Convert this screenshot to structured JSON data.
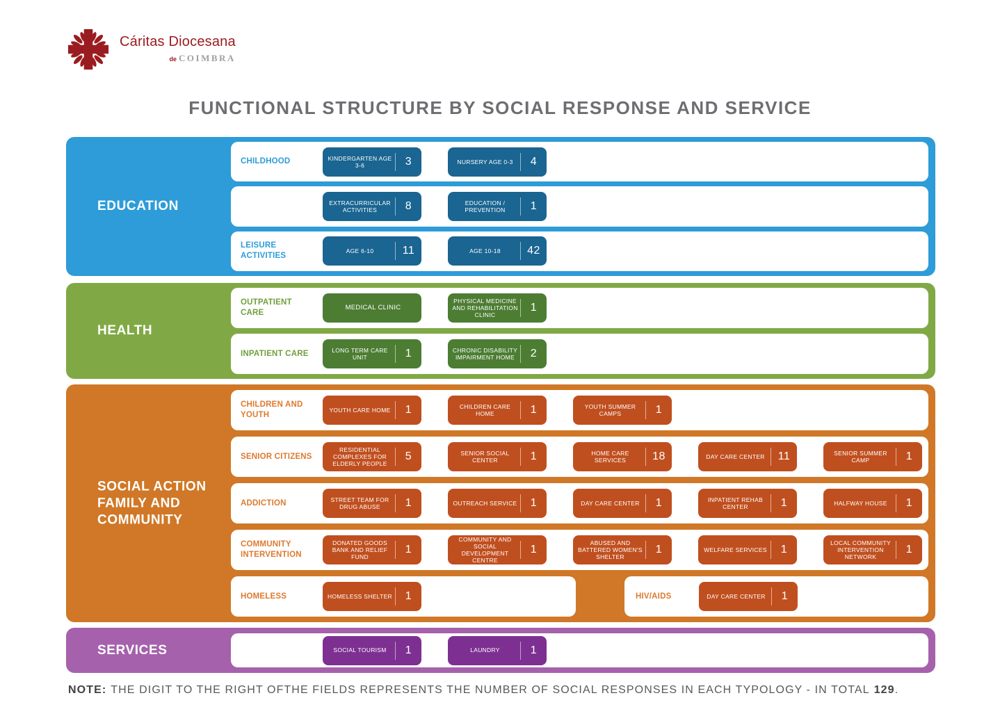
{
  "logo": {
    "name": "Cáritas Diocesana",
    "sub_de": "de",
    "sub_place": "COIMBRA"
  },
  "title": "FUNCTIONAL STRUCTURE BY SOCIAL RESPONSE AND SERVICE",
  "note": {
    "label": "NOTE:",
    "body": "THE DIGIT TO THE RIGHT OFTHE FIELDS REPRESENTS THE NUMBER OF SOCIAL RESPONSES IN EACH TYPOLOGY - IN TOTAL",
    "total": "129",
    "suffix": "."
  },
  "colors": {
    "education": {
      "panel": "#2D9CD8",
      "chip": "#1A6591",
      "label": "#2D9CD8"
    },
    "health": {
      "panel": "#80A945",
      "chip": "#4C7D33",
      "label": "#6FA03C"
    },
    "social": {
      "panel": "#D07827",
      "chip": "#C04F1F",
      "label": "#DD7A2F"
    },
    "services": {
      "panel": "#A661AC",
      "chip": "#7D3091",
      "label": "#A661AC"
    }
  },
  "sections": [
    {
      "label": "EDUCATION",
      "rows": [
        {
          "label": "CHILDHOOD",
          "chips": [
            {
              "label": "KINDERGARTEN AGE 3-6",
              "value": "3"
            },
            {
              "label": "NURSERY AGE 0-3",
              "value": "4"
            }
          ]
        },
        {
          "label": "",
          "chips": [
            {
              "label": "EXTRACURRICULAR ACTIVITIES",
              "value": "8"
            },
            {
              "label": "EDUCATION / PREVENTION",
              "value": "1"
            }
          ]
        },
        {
          "label": "LEISURE ACTIVITIES",
          "chips": [
            {
              "label": "AGE 6-10",
              "value": "11"
            },
            {
              "label": "AGE 10-18",
              "value": "42"
            }
          ]
        }
      ]
    },
    {
      "label": "HEALTH",
      "rows": [
        {
          "label": "OUTPATIENT CARE",
          "chips": [
            {
              "label": "MEDICAL CLINIC",
              "value": ""
            },
            {
              "label": "PHYSICAL MEDICINE AND REHABILITATION CLINIC",
              "value": "1"
            }
          ]
        },
        {
          "label": "INPATIENT CARE",
          "chips": [
            {
              "label": "LONG TERM CARE UNIT",
              "value": "1"
            },
            {
              "label": "CHRONIC DISABILITY IMPAIRMENT HOME",
              "value": "2"
            }
          ]
        }
      ]
    },
    {
      "label": "SOCIAL ACTION FAMILY AND COMMUNITY",
      "rows": [
        {
          "label": "CHILDREN AND YOUTH",
          "chips": [
            {
              "label": "YOUTH CARE HOME",
              "value": "1"
            },
            {
              "label": "CHILDREN CARE HOME",
              "value": "1"
            },
            {
              "label": "YOUTH SUMMER CAMPS",
              "value": "1"
            }
          ]
        },
        {
          "label": "SENIOR CITIZENS",
          "chips": [
            {
              "label": "RESIDENTIAL COMPLEXES FOR ELDERLY PEOPLE",
              "value": "5"
            },
            {
              "label": "SENIOR SOCIAL CENTER",
              "value": "1"
            },
            {
              "label": "HOME CARE SERVICES",
              "value": "18"
            },
            {
              "label": "DAY CARE CENTER",
              "value": "11"
            },
            {
              "label": "SENIOR SUMMER CAMP",
              "value": "1"
            }
          ]
        },
        {
          "label": "ADDICTION",
          "chips": [
            {
              "label": "STREET TEAM FOR DRUG ABUSE",
              "value": "1"
            },
            {
              "label": "OUTREACH SERVICE",
              "value": "1"
            },
            {
              "label": "DAY CARE CENTER",
              "value": "1"
            },
            {
              "label": "INPATIENT REHAB CENTER",
              "value": "1"
            },
            {
              "label": "HALFWAY HOUSE",
              "value": "1"
            }
          ]
        },
        {
          "label": "COMMUNITY INTERVENTION",
          "chips": [
            {
              "label": "DONATED GOODS BANK AND RELIEF FUND",
              "value": "1"
            },
            {
              "label": "COMMUNITY AND SOCIAL DEVELOPMENT CENTRE",
              "value": "1"
            },
            {
              "label": "ABUSED AND BATTERED WOMEN'S SHELTER",
              "value": "1"
            },
            {
              "label": "WELFARE SERVICES",
              "value": "1"
            },
            {
              "label": "LOCAL COMMUNITY INTERVENTION NETWORK",
              "value": "1"
            }
          ]
        },
        {
          "label": "HOMELESS",
          "chips": [
            {
              "label": "HOMELESS SHELTER",
              "value": "1"
            }
          ]
        },
        {
          "label": "HIV/AIDS",
          "chips": [
            {
              "label": "DAY CARE CENTER",
              "value": "1"
            }
          ]
        }
      ]
    },
    {
      "label": "SERVICES",
      "rows": [
        {
          "label": "",
          "chips": [
            {
              "label": "SOCIAL TOURISM",
              "value": "1"
            },
            {
              "label": "LAUNDRY",
              "value": "1"
            }
          ]
        }
      ]
    }
  ]
}
